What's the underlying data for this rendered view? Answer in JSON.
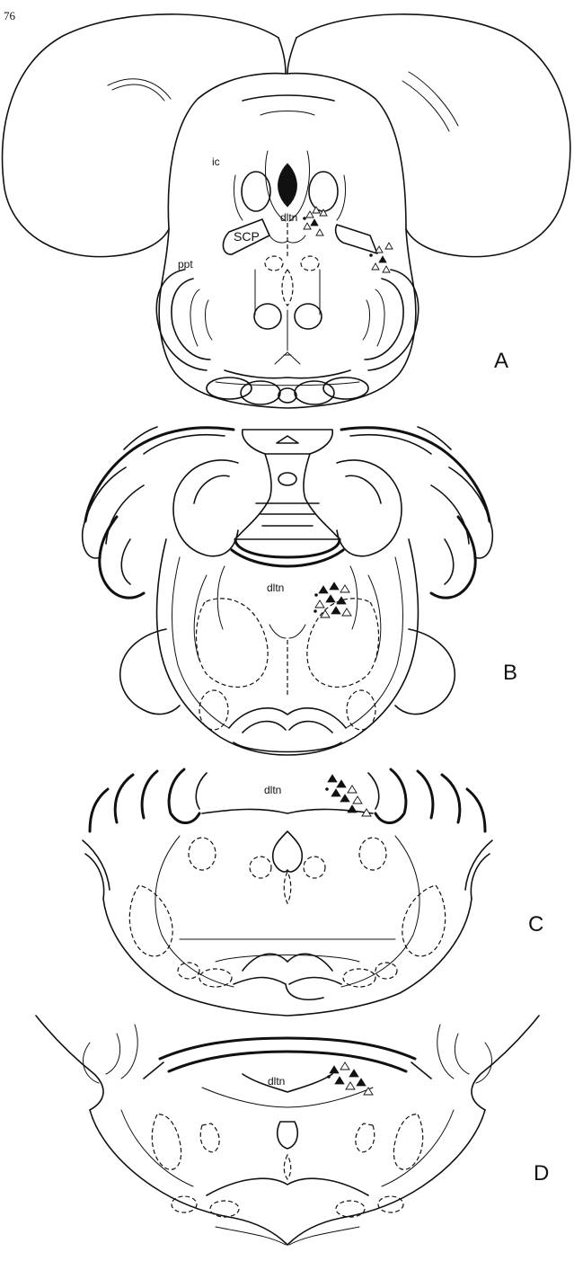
{
  "page_number": "76",
  "panels": [
    {
      "id": "A",
      "label": "A",
      "structure_labels": [
        "ic",
        "dltn",
        "SCP",
        "ppt"
      ]
    },
    {
      "id": "B",
      "label": "B",
      "structure_labels": [
        "dltn"
      ]
    },
    {
      "id": "C",
      "label": "C",
      "structure_labels": [
        "dltn"
      ]
    },
    {
      "id": "D",
      "label": "D",
      "structure_labels": [
        "dltn"
      ]
    }
  ],
  "marker_types": [
    "filled-triangle",
    "open-triangle",
    "filled-dot"
  ]
}
